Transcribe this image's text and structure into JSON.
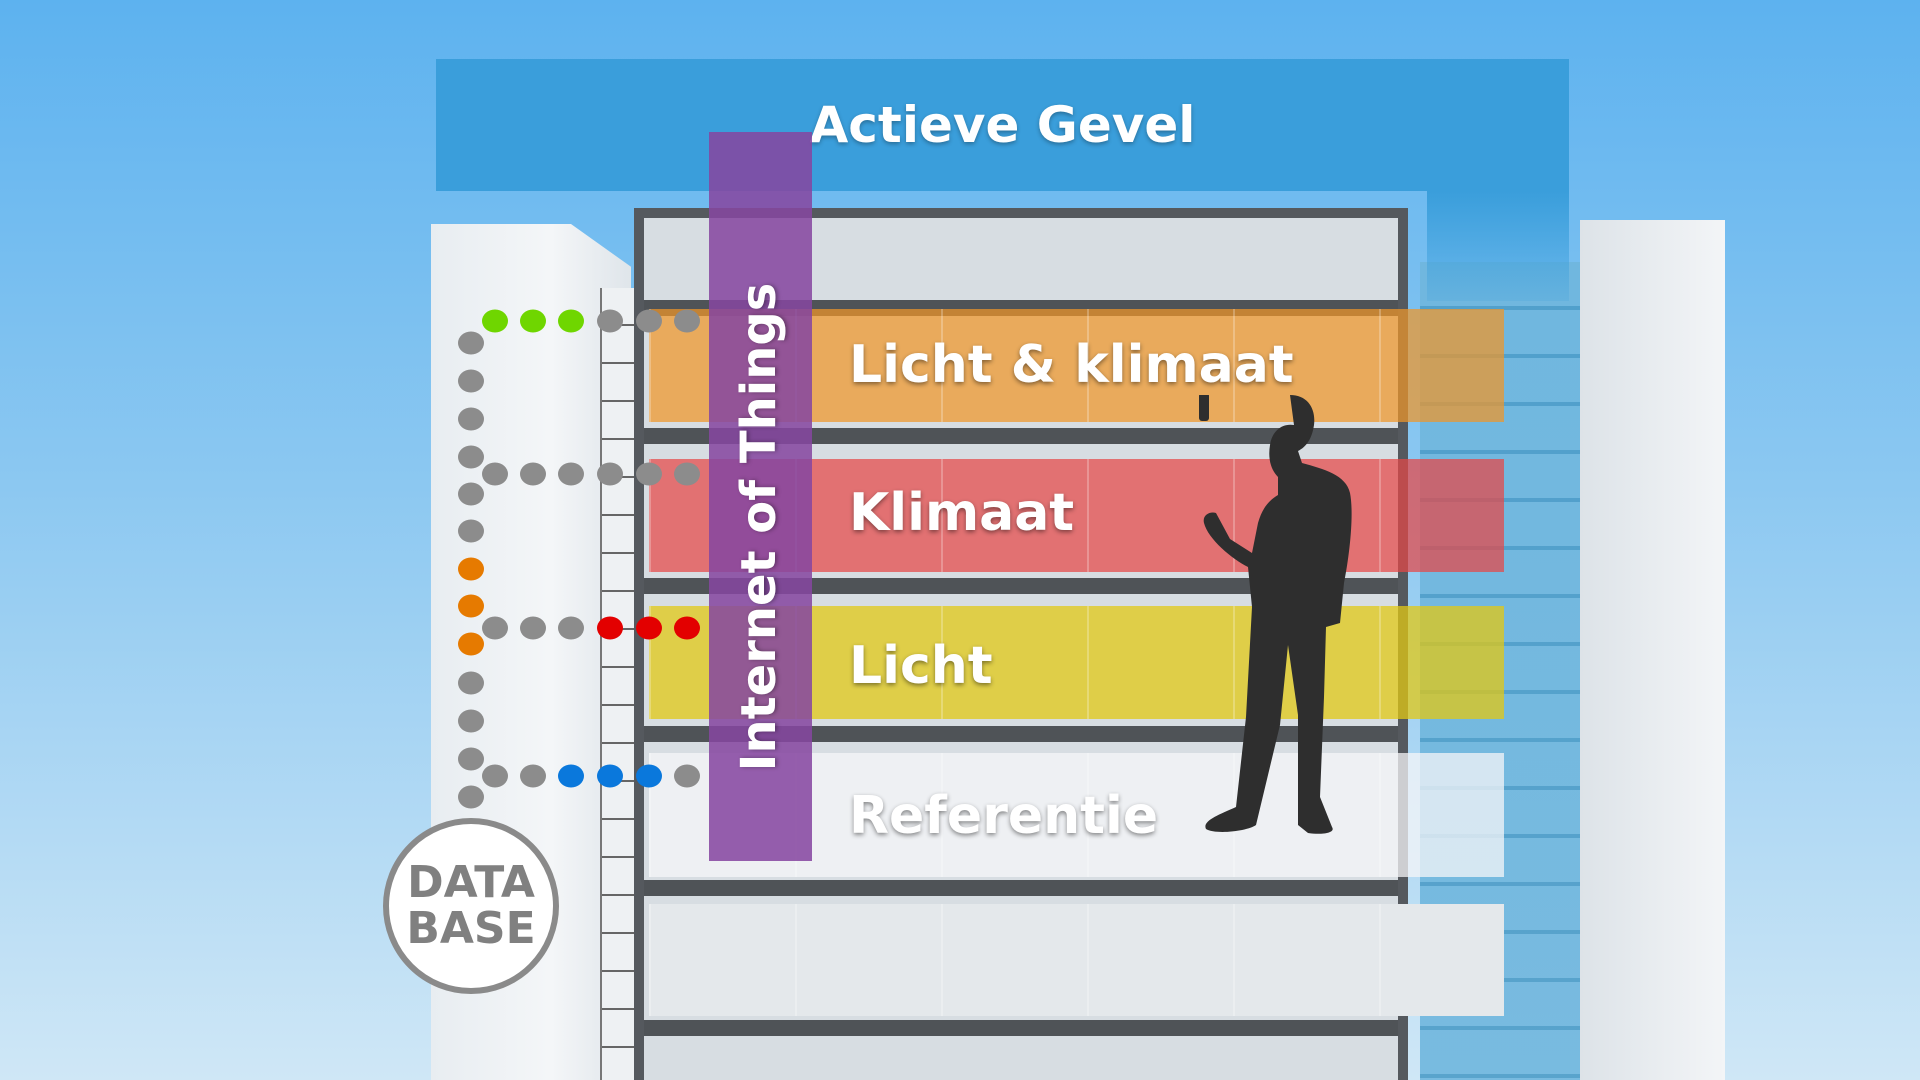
{
  "banner": {
    "title": "Actieve Gevel",
    "color": "#3a9edb"
  },
  "iot": {
    "label": "Internet of Things",
    "color": "#8646a0"
  },
  "floors": [
    {
      "label": "Licht & klimaat",
      "color": "rgba(240,150,40,0.72)"
    },
    {
      "label": "Klimaat",
      "color": "rgba(230,70,70,0.72)"
    },
    {
      "label": "Licht",
      "color": "rgba(225,200,20,0.75)"
    },
    {
      "label": "Referentie",
      "color": "rgba(245,245,248,0.75)"
    }
  ],
  "database": {
    "line1": "DATA",
    "line2": "BASE"
  },
  "dot_colors": {
    "gray": "#8c8c8c",
    "green": "#6fd600",
    "orange": "#e67a00",
    "red": "#e30000",
    "blue": "#0a78dc"
  }
}
